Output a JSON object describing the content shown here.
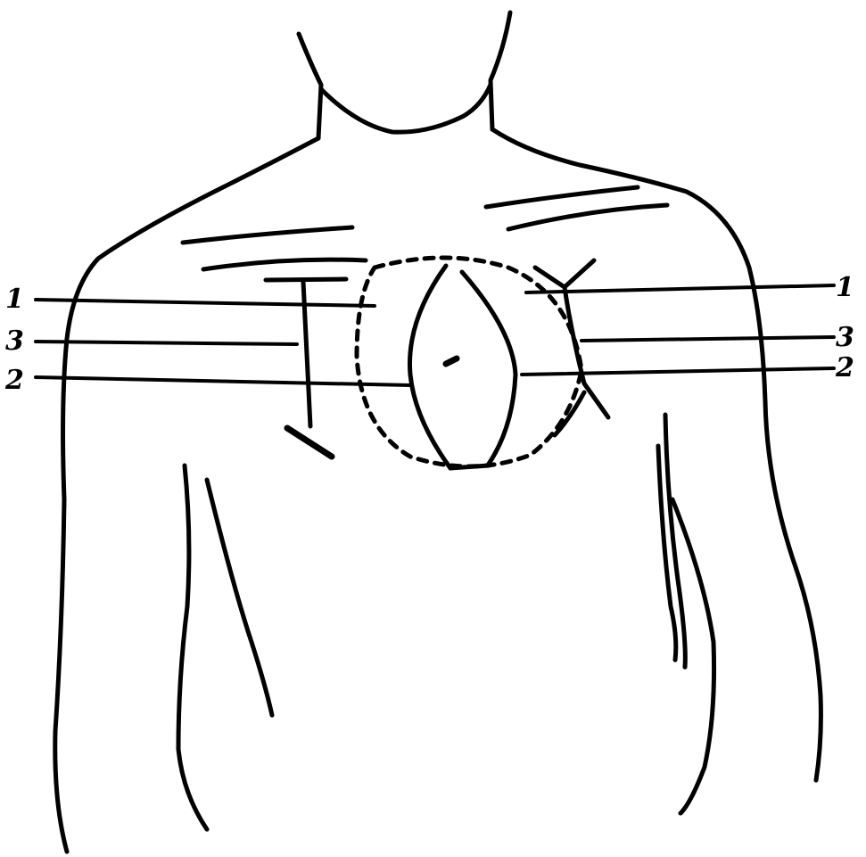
{
  "figure": {
    "line_labels": {
      "left": [
        "1",
        "3",
        "2"
      ],
      "right": [
        "1",
        "3",
        "2"
      ]
    }
  }
}
